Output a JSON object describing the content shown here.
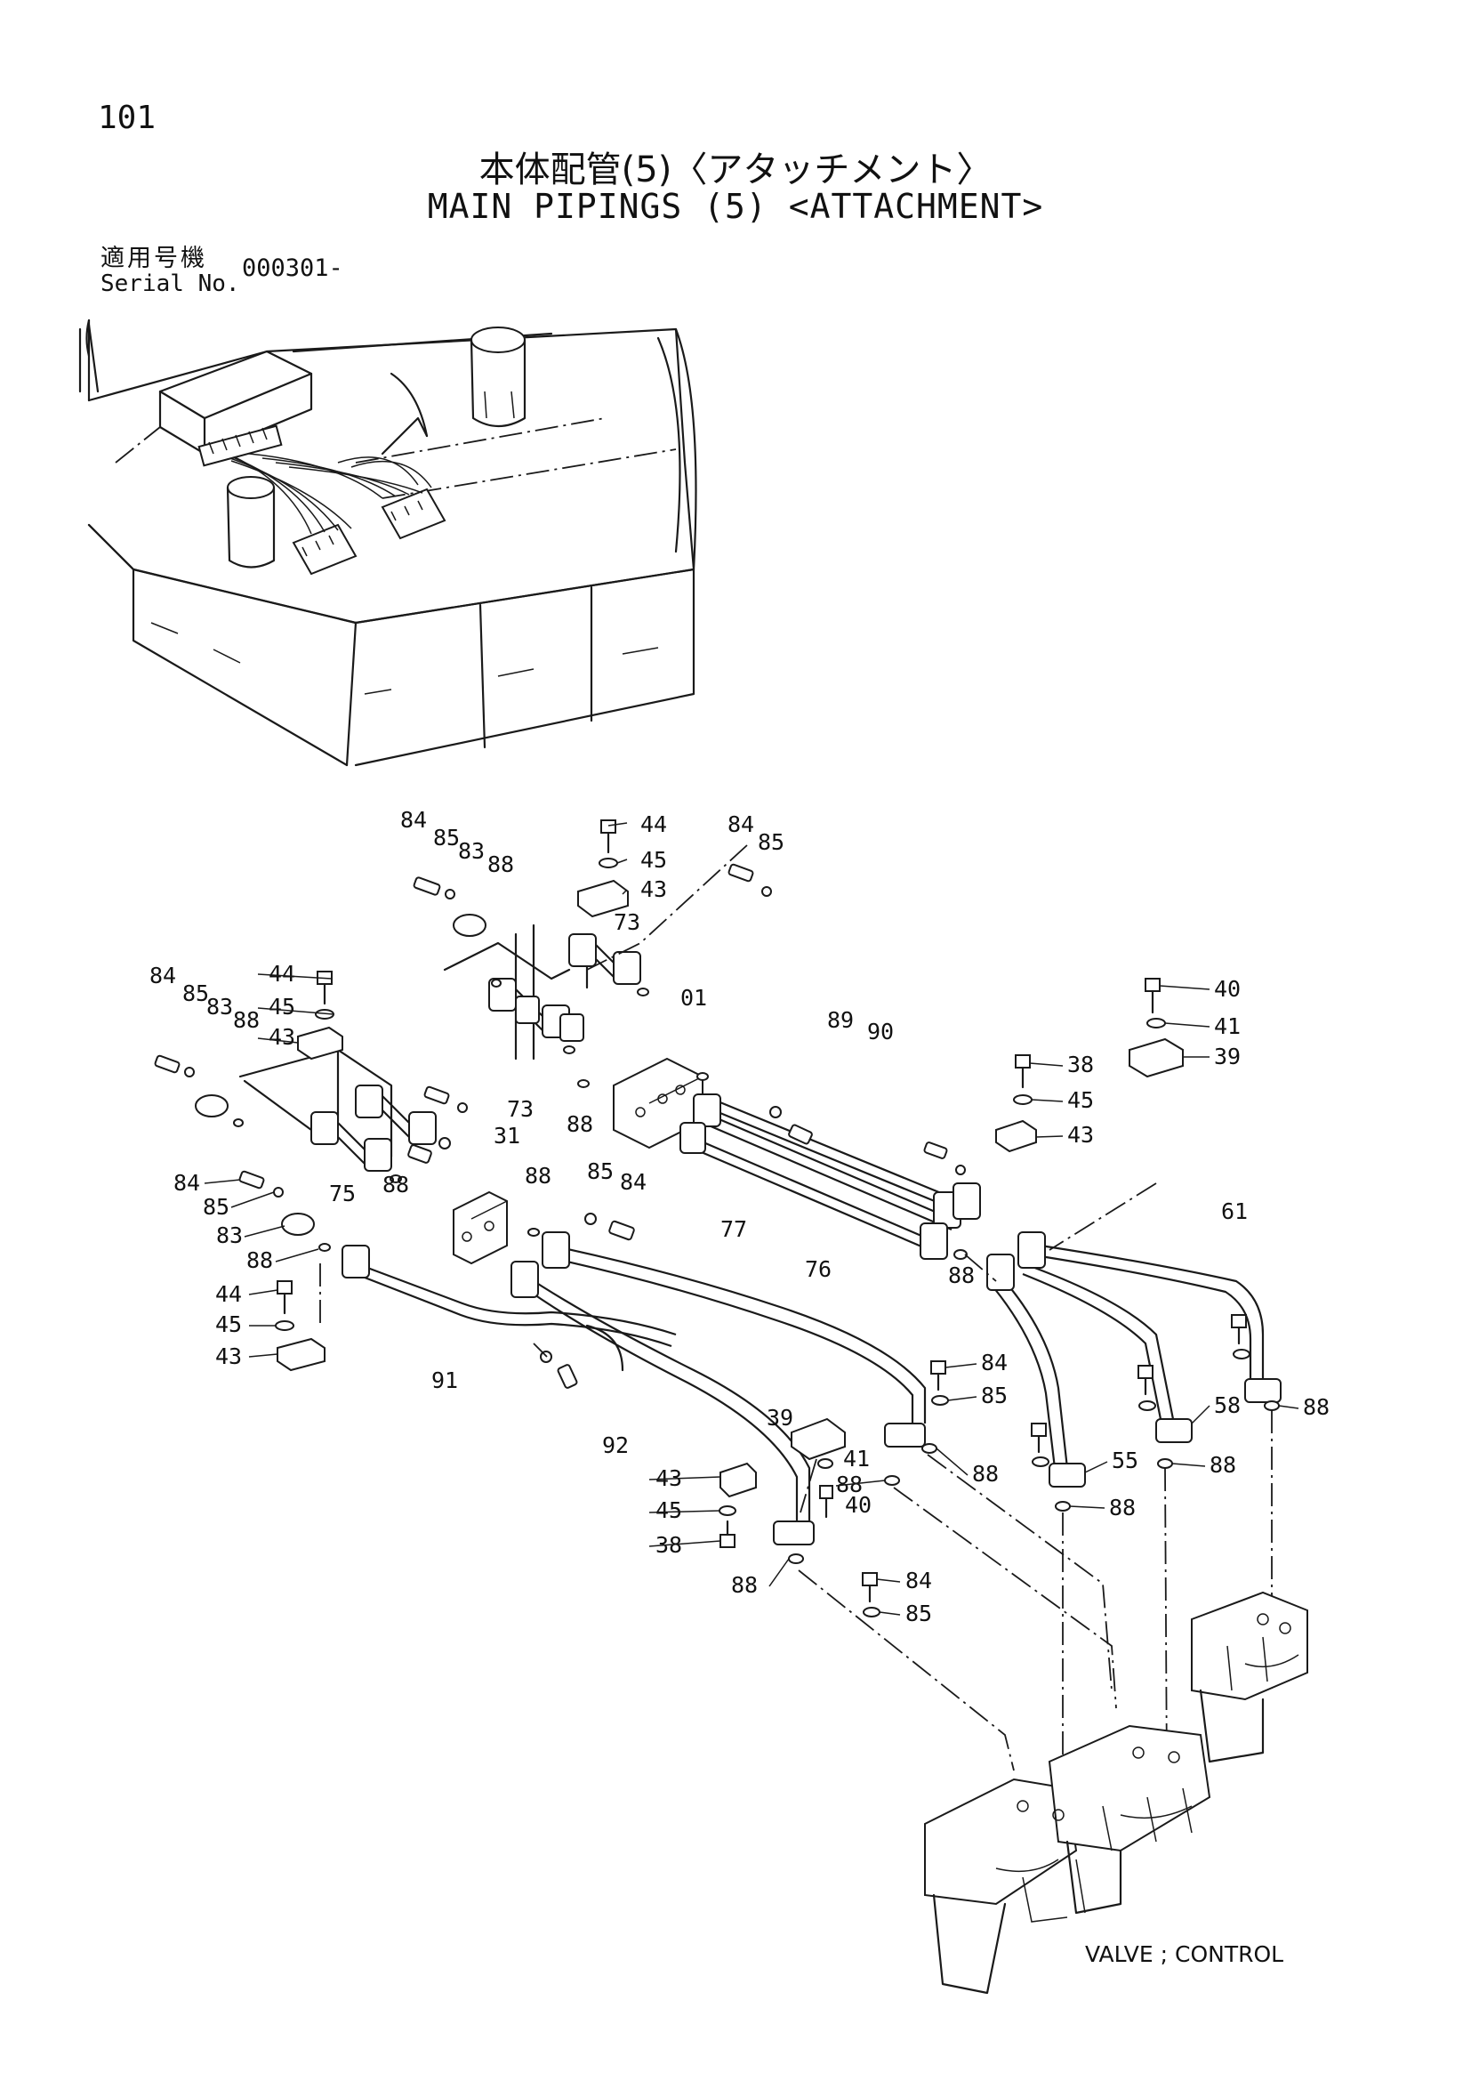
{
  "header": {
    "page_number": "101",
    "title_jp": "本体配管(5)〈アタッチメント〉",
    "title_en": "MAIN PIPINGS (5) <ATTACHMENT>",
    "serial_label_jp": "適用号機",
    "serial_label_en": "Serial No.",
    "serial_value": "000301-"
  },
  "callouts": [
    "84",
    "85",
    "83",
    "88",
    "44",
    "45",
    "43",
    "73",
    "01",
    "89",
    "90",
    "84",
    "85",
    "40",
    "41",
    "39",
    "84",
    "85",
    "83",
    "88",
    "44",
    "45",
    "43",
    "75",
    "31",
    "88",
    "85",
    "84",
    "77",
    "76",
    "61",
    "84",
    "85",
    "83",
    "88",
    "44",
    "45",
    "43",
    "91",
    "92",
    "39",
    "41",
    "43",
    "45",
    "38",
    "40",
    "84",
    "85",
    "88",
    "55",
    "58",
    "88",
    "88",
    "88",
    "84",
    "85",
    "88",
    "73",
    "88",
    "88",
    "38",
    "45",
    "43",
    "88",
    "88"
  ],
  "component_caption": "VALVE ; CONTROL"
}
